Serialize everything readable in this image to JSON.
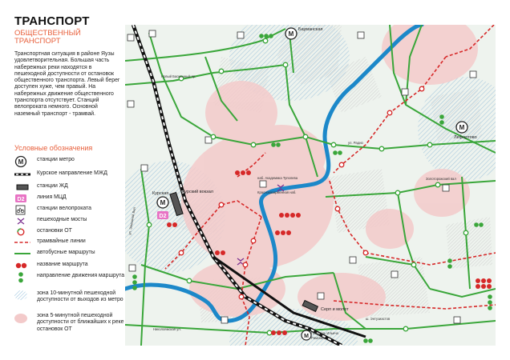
{
  "header": {
    "title": "ТРАНСПОРТ",
    "subtitle": "ОБЩЕСТВЕННЫЙ ТРАНСПОРТ",
    "description": "Транспортная ситуация в районе Яузы удовлетворительная. Большая часть набережных реки находятся в пешеходной доступности от остановок общественного транспорта. Левый берег доступен хуже, чем правый. На набережных движение общественного транспорта отсутствует. Станций велопроката немного. Основной наземный транспорт - трамвай."
  },
  "legend": {
    "title": "Условные обозначения",
    "items": [
      {
        "label": "станции метро"
      },
      {
        "label": "Курское направление МЖД"
      },
      {
        "label": "станции ЖД"
      },
      {
        "label": "линия МЦД",
        "badge": "D2"
      },
      {
        "label": "станции велопроката"
      },
      {
        "label": "пешеходные мосты"
      },
      {
        "label": "остановки ОТ"
      },
      {
        "label": "трамвайные линии"
      },
      {
        "label": "автобусные маршруты"
      },
      {
        "label": "название маршрута"
      },
      {
        "label": "направление движения маршрута"
      },
      {
        "label": "зона 10-минутной пешеходной доступности от выходов из метро"
      },
      {
        "label": "зона 5-минутной пешеходной доступности от ближайших к реке остановок ОТ"
      }
    ]
  },
  "map": {
    "labels": {
      "baumanskaya": "Бауманская",
      "lefortovo": "Лефортово",
      "kursky_station": "Курский вокзал",
      "kurskaya": "Курская",
      "serp_i_molot": "Серп и молот",
      "ploshchad_ilyicha": "Площадь Ильича",
      "rimskaya": "Римская",
      "novy_basmanny": "Новый Басманный пр.",
      "radio": "ул. Радио",
      "zolotorozhsky_val": "Золоторожский вал",
      "entuziastov": "ш. Энтузиастов",
      "akademika_tupoleva": "наб. Академика Туполева",
      "krasnokazarmennaya": "Красноказарменная наб.",
      "nikoloyamskaya": "Николоямская ул.",
      "zemlyanoy_val": "ул. Земляной Вал",
      "badge_d2": "D2"
    },
    "colors": {
      "bus": "#3aa63a",
      "tram": "#d62828",
      "river": "#1c88c9",
      "zone10": "#9fc7e0",
      "zone5": "#f3caca",
      "railway": "#111111"
    }
  }
}
